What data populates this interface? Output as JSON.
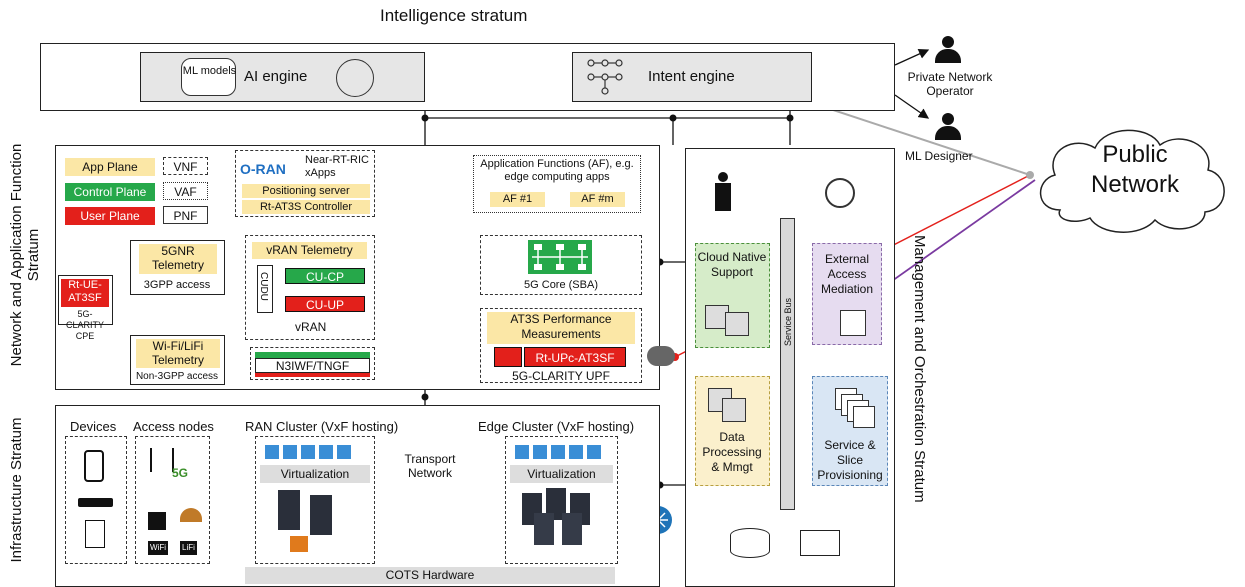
{
  "strata": {
    "intelligence": "Intelligence stratum",
    "network": "Network and Application Function Stratum",
    "infrastructure": "Infrastructure Stratum",
    "management": "Management and Orchestration Stratum"
  },
  "intelligence": {
    "ml_models": "ML models",
    "ai_engine": "AI engine",
    "intent_engine": "Intent engine",
    "private_operator": "Private Network Operator",
    "ml_designer": "ML Designer"
  },
  "public_network": "Public Network",
  "legend": {
    "app_plane": "App Plane",
    "control_plane": "Control Plane",
    "user_plane": "User Plane",
    "vnf": "VNF",
    "vaf": "VAF",
    "pnf": "PNF"
  },
  "oran": {
    "logo": "O-RAN",
    "xapps": "Near-RT-RIC xApps",
    "positioning": "Positioning server",
    "controller": "Rt-AT3S Controller"
  },
  "af": {
    "title": "Application Functions (AF), e.g. edge computing apps",
    "af1": "AF #1",
    "afm": "AF #m"
  },
  "ran": {
    "telemetry_5gnr": "5GNR Telemetry",
    "access_3gpp": "3GPP access",
    "cpe_name": "Rt-UE-AT3SF",
    "cpe_label": "5G-CLARITY CPE",
    "wifi_telemetry": "Wi-Fi/LiFi Telemetry",
    "non3gpp": "Non-3GPP access",
    "vran_telemetry": "vRAN Telemetry",
    "cudu": "CUDU",
    "cucp": "CU-CP",
    "cuup": "CU-UP",
    "vran": "vRAN",
    "n3iwf": "N3IWF/TNGF"
  },
  "core": {
    "label": "5G Core (SBA)",
    "at3s_perf": "AT3S Performance Measurements",
    "upc": "Rt-UPc-AT3SF",
    "upf": "5G-CLARITY UPF"
  },
  "infra": {
    "devices": "Devices",
    "access_nodes": "Access nodes",
    "ran_cluster": "RAN Cluster (VxF hosting)",
    "edge_cluster": "Edge Cluster (VxF hosting)",
    "virtualization1": "Virtualization",
    "virtualization2": "Virtualization",
    "transport": "Transport Network",
    "cots": "COTS Hardware",
    "badge_5g": "5G",
    "wifi": "WiFi",
    "lifi": "LiFi"
  },
  "mgmt": {
    "cloud_native": "Cloud Native Support",
    "external_access": "External Access Mediation",
    "service_bus": "Service Bus",
    "data_processing": "Data Processing & Mmgt",
    "service_slice": "Service & Slice Provisioning"
  },
  "colors": {
    "app_plane": "#fbe7a6",
    "control_plane": "#26a84a",
    "user_plane": "#e3201b",
    "mgmt_green": "#d6ecc9",
    "mgmt_purple": "#e6dcf0",
    "mgmt_yellow": "#fbf0cc",
    "mgmt_blue": "#d9e6f4"
  }
}
